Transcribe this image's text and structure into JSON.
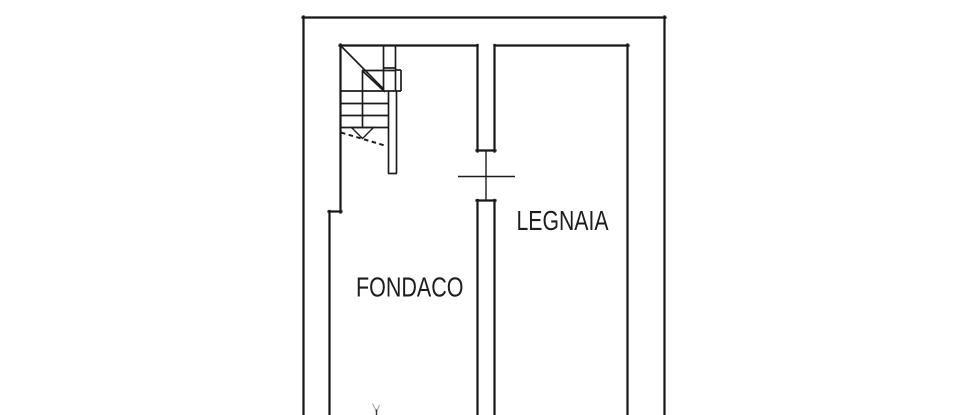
{
  "page": {
    "type": "cadastral-floor-plan",
    "background": "#ffffff"
  },
  "palette": {
    "page_bg": "#ffffff",
    "wall_line": "#161616",
    "detail_line": "#1c1c1c",
    "faint_line": "#ababab",
    "label_text": "#1d1d1d"
  },
  "rooms": [
    {
      "id": "fondaco",
      "label": "FONDACO"
    },
    {
      "id": "legnaia",
      "label": "LEGNAIA"
    }
  ],
  "symbols": {
    "staircase": "winder-staircase-down-arrow-symbol",
    "door": "door-opening-cross-symbol",
    "bottom_mark": "partial-door-arrow-cut-off-at-edge"
  }
}
